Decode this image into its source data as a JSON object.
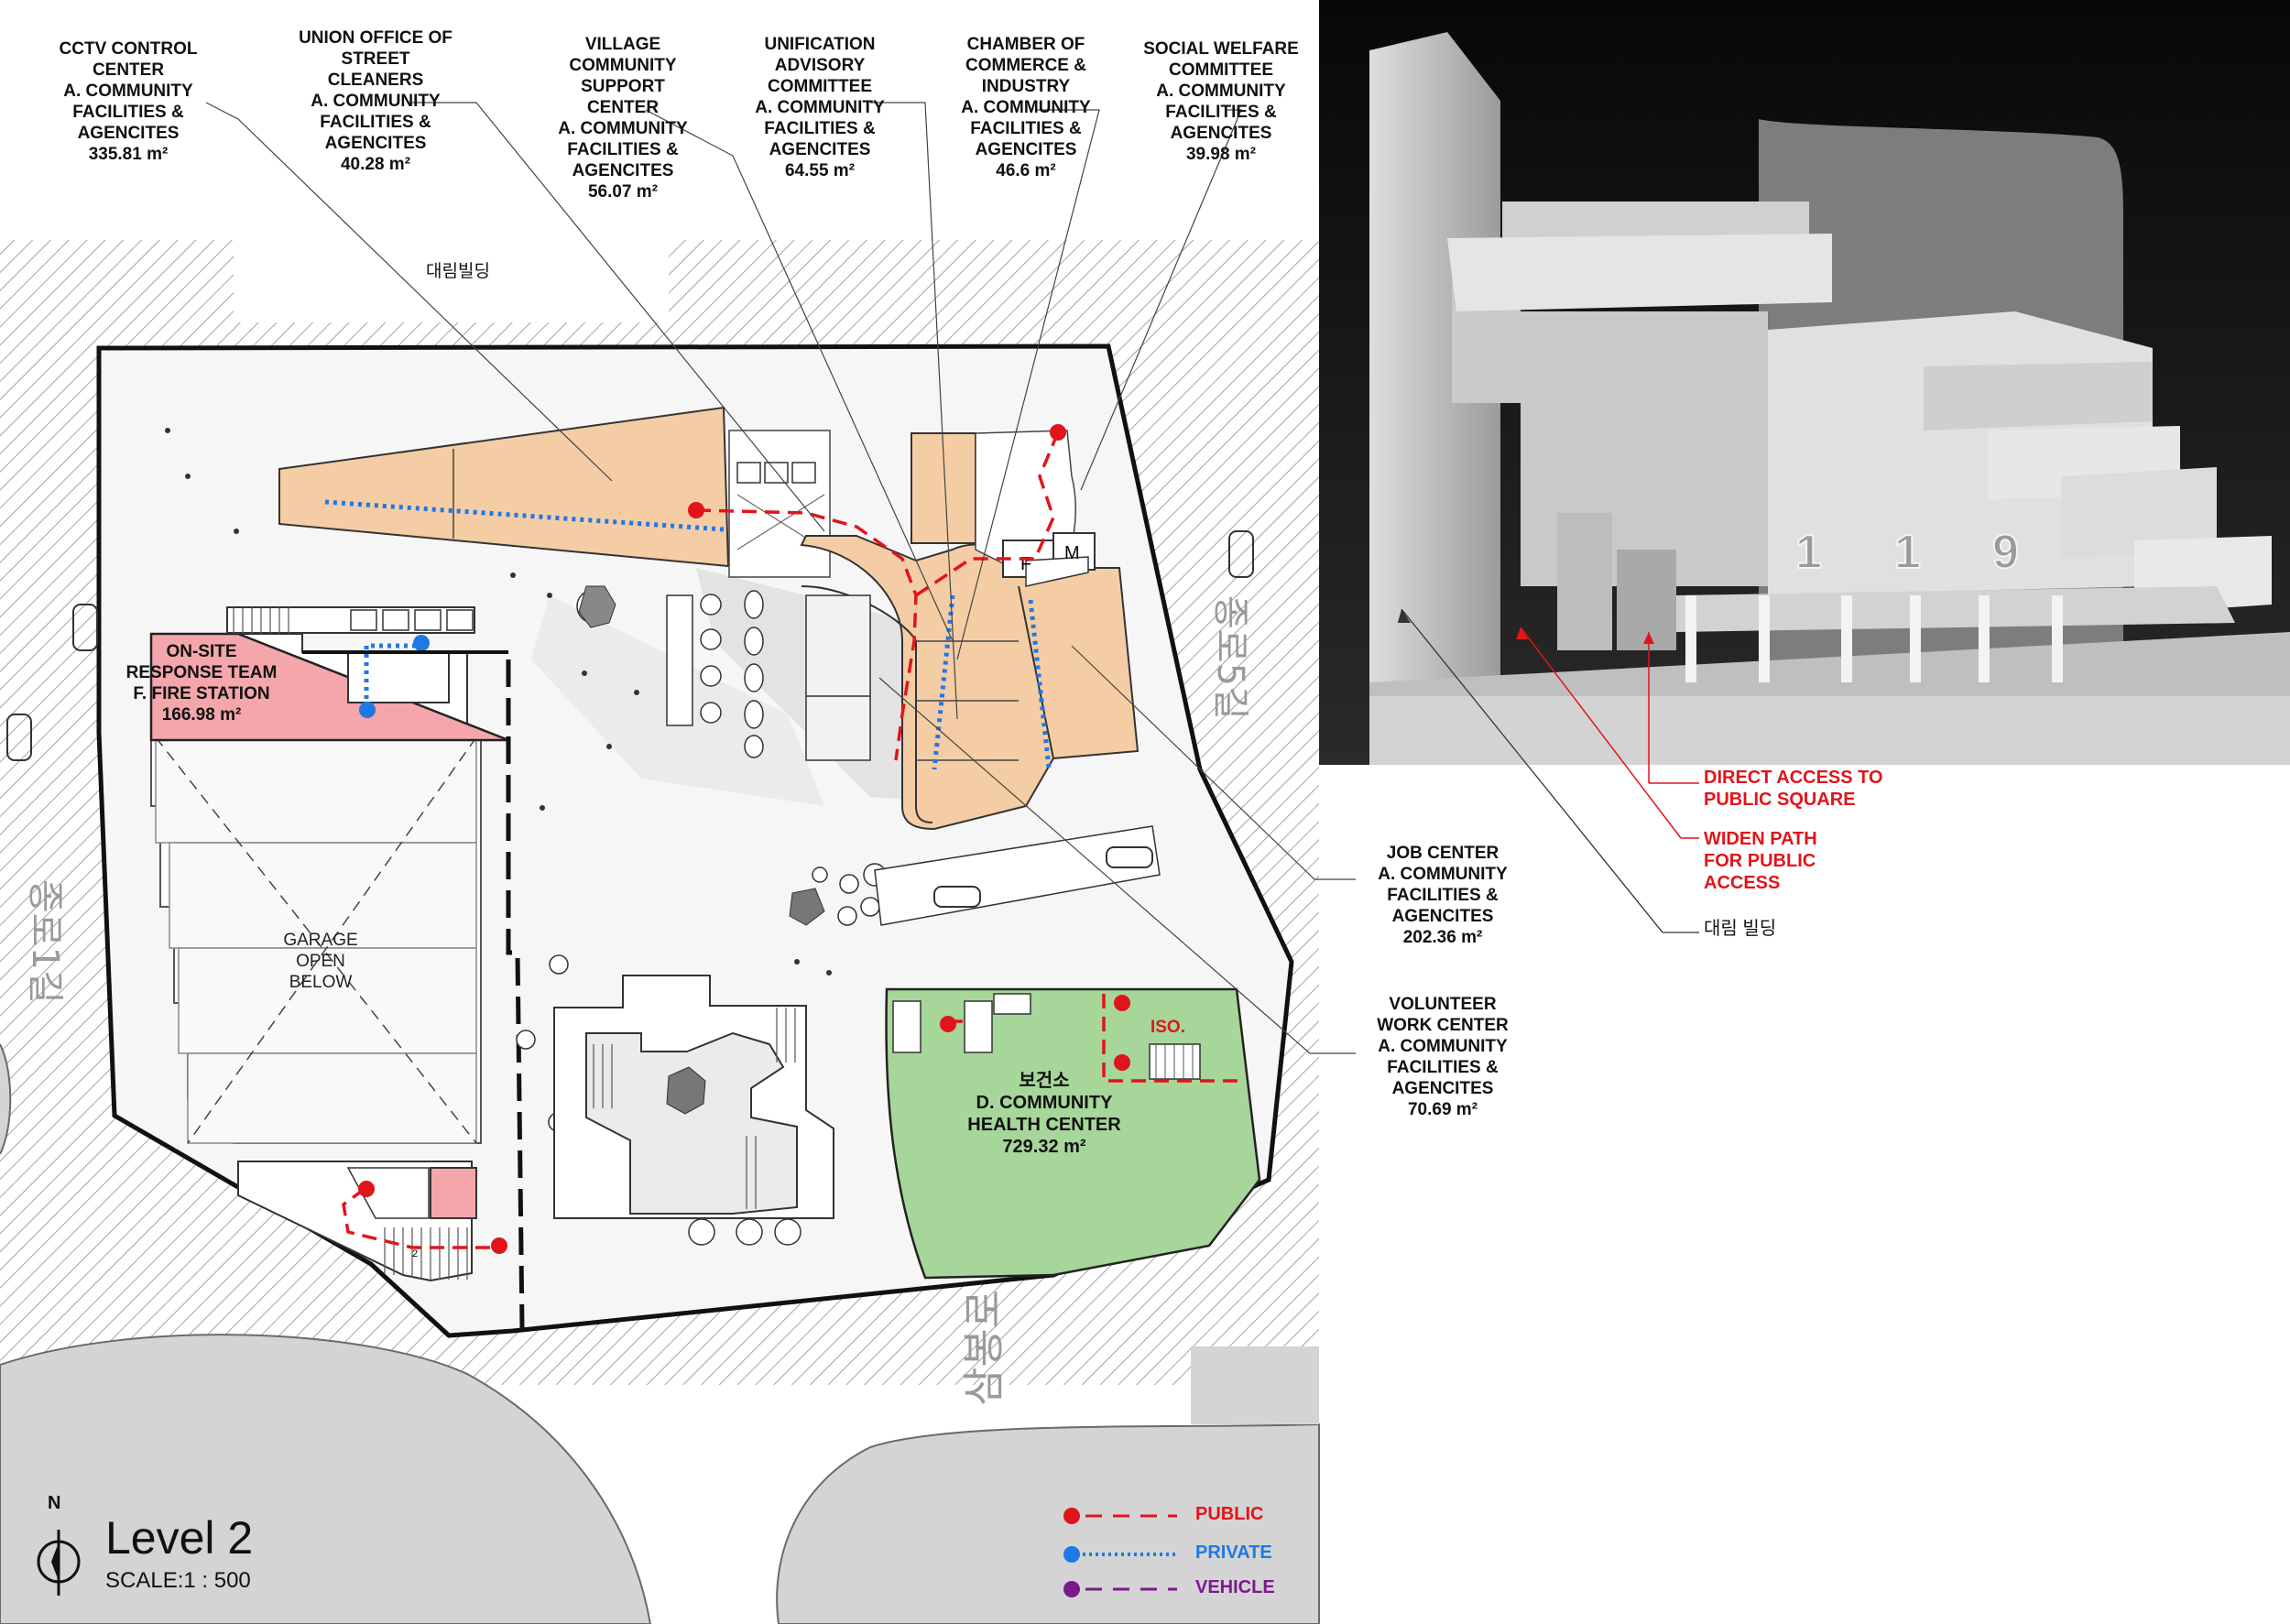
{
  "title": "Level 2",
  "scale": "SCALE:1 : 500",
  "north": "N",
  "labels": {
    "cctv": [
      "CCTV CONTROL",
      "CENTER",
      "A. COMMUNITY",
      "FACILITIES &",
      "AGENCITES",
      "335.81 m²"
    ],
    "union": [
      "UNION OFFICE OF",
      "STREET",
      "CLEANERS",
      "A. COMMUNITY",
      "FACILITIES &",
      "AGENCITES",
      "40.28 m²"
    ],
    "village": [
      "VILLAGE",
      "COMMUNITY",
      "SUPPORT",
      "CENTER",
      "A. COMMUNITY",
      "FACILITIES &",
      "AGENCITES",
      "56.07 m²"
    ],
    "unification": [
      "UNIFICATION",
      "ADVISORY",
      "COMMITTEE",
      "A. COMMUNITY",
      "FACILITIES &",
      "AGENCITES",
      "64.55 m²"
    ],
    "chamber": [
      "CHAMBER OF",
      "COMMERCE &",
      "INDUSTRY",
      "A. COMMUNITY",
      "FACILITIES &",
      "AGENCITES",
      "46.6 m²"
    ],
    "social": [
      "SOCIAL WELFARE",
      "COMMITTEE",
      "A. COMMUNITY",
      "FACILITIES &",
      "AGENCITES",
      "39.98 m²"
    ],
    "job": [
      "JOB CENTER",
      "A. COMMUNITY",
      "FACILITIES &",
      "AGENCITES",
      "202.36 m²"
    ],
    "volunteer": [
      "VOLUNTEER",
      "WORK CENTER",
      "A. COMMUNITY",
      "FACILITIES &",
      "AGENCITES",
      "70.69 m²"
    ],
    "fire": [
      "ON-SITE",
      "RESPONSE TEAM",
      "F. FIRE STATION",
      "166.98 m²"
    ],
    "health": [
      "보건소",
      "D. COMMUNITY",
      "HEALTH CENTER",
      "729.32 m²"
    ],
    "garage": [
      "GARAGE",
      "OPEN",
      "BELOW"
    ],
    "building_north": "대림빌딩",
    "fm": [
      "F",
      "M"
    ],
    "iso": "ISO.",
    "street_south": "삼봉로",
    "street_west": "종로1길",
    "street_east": "종로5길",
    "unit_number": "2"
  },
  "photo": {
    "model_numbers": [
      "1",
      "1",
      "9"
    ],
    "notes": {
      "direct": [
        "DIRECT ACCESS TO",
        "PUBLIC SQUARE"
      ],
      "widen": [
        "WIDEN PATH",
        "FOR PUBLIC",
        "ACCESS"
      ],
      "building": "대림 빌딩"
    }
  },
  "legend": [
    {
      "label": "PUBLIC",
      "color": "#e0151b",
      "line": "dash"
    },
    {
      "label": "PRIVATE",
      "color": "#1f78e6",
      "line": "dot"
    },
    {
      "label": "VEHICLE",
      "color": "#7a1a8c",
      "line": "dash"
    }
  ],
  "colors": {
    "community": "#f5cda5",
    "fire": "#f4a6ab",
    "health": "#a6d69a",
    "public": "#e0151b",
    "private": "#1f78e6",
    "vehicle": "#7a1a8c"
  }
}
